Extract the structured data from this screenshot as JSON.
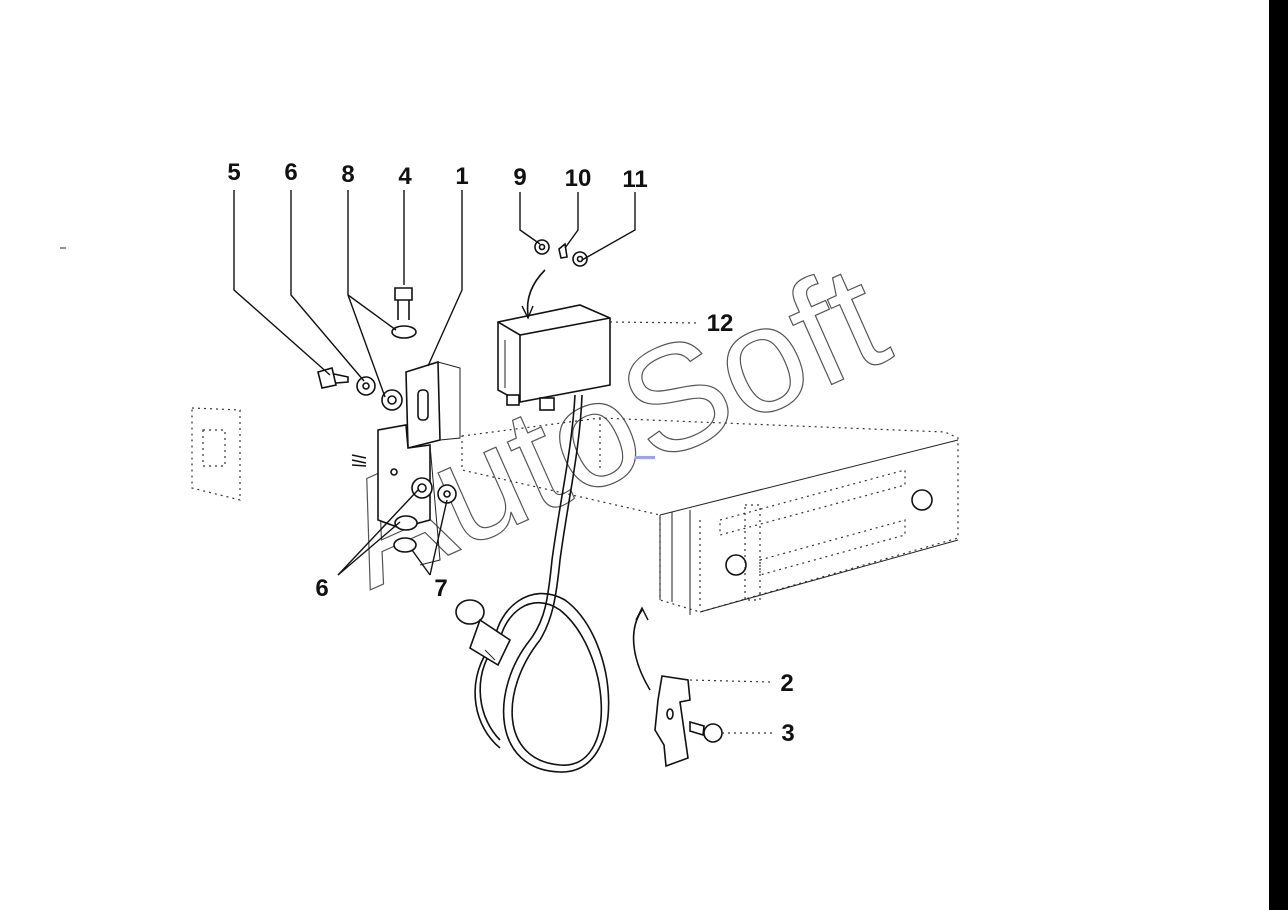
{
  "diagram": {
    "callouts": {
      "c1": "1",
      "c2": "2",
      "c3": "3",
      "c4": "4",
      "c5": "5",
      "c6a": "6",
      "c6b": "6",
      "c7": "7",
      "c8": "8",
      "c9": "9",
      "c10": "10",
      "c11": "11",
      "c12": "12"
    },
    "watermark": "AutoSoft"
  },
  "colors": {
    "ink": "#111111",
    "paper": "#ffffff",
    "edge": "#000000",
    "marker": "#9aa0ff"
  }
}
